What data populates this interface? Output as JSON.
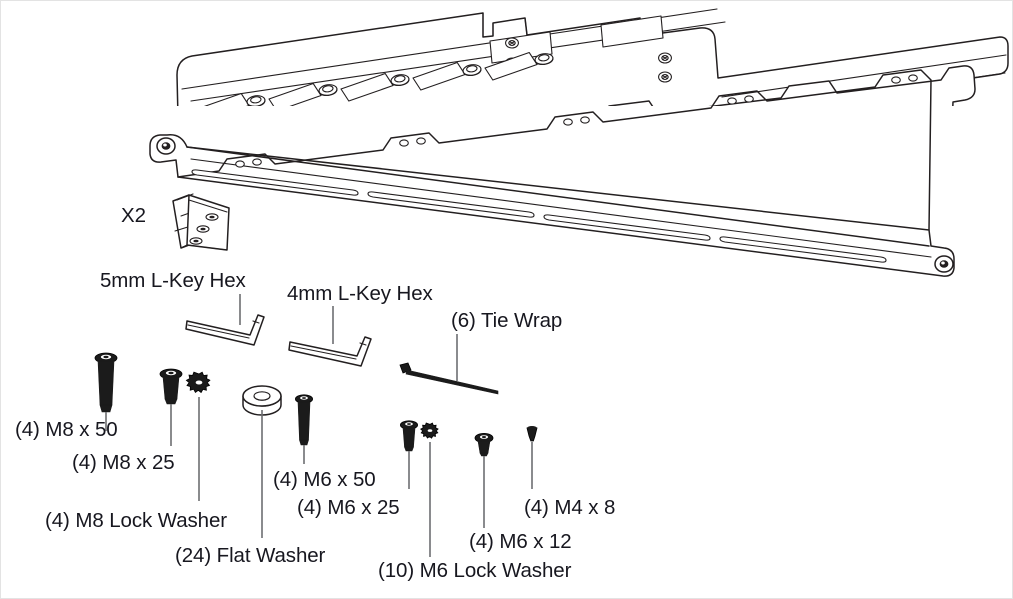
{
  "diagram": {
    "title": "Mounting Rail Hardware Parts Diagram",
    "background_color": "#ffffff",
    "line_color": "#231f20",
    "text_color": "#17171f",
    "metal_fill": "#1b1b1b",
    "leader_color": "#58595b"
  },
  "parts": {
    "bracket_multiplier": {
      "label": "X2",
      "name": "l-bracket-quantity"
    },
    "tools": [
      {
        "id": "hex5",
        "label": "5mm L-Key Hex"
      },
      {
        "id": "hex4",
        "label": "4mm L-Key Hex"
      },
      {
        "id": "tiewrap",
        "label": "(6) Tie Wrap"
      }
    ],
    "fasteners": [
      {
        "id": "m8x50",
        "label": "(4) M8 x 50",
        "qty": 4,
        "type": "socket-screw"
      },
      {
        "id": "m8x25",
        "label": "(4) M8 x 25",
        "qty": 4,
        "type": "socket-screw"
      },
      {
        "id": "m8lock",
        "label": "(4) M8 Lock Washer",
        "qty": 4,
        "type": "star-washer"
      },
      {
        "id": "flatwasher",
        "label": "(24) Flat Washer",
        "qty": 24,
        "type": "flat-washer"
      },
      {
        "id": "m6x50",
        "label": "(4) M6 x 50",
        "qty": 4,
        "type": "socket-screw"
      },
      {
        "id": "m6x25",
        "label": "(4) M6 x 25",
        "qty": 4,
        "type": "socket-screw"
      },
      {
        "id": "m6lock",
        "label": "(10) M6 Lock Washer",
        "qty": 10,
        "type": "star-washer"
      },
      {
        "id": "m6x12",
        "label": "(4) M6 x 12",
        "qty": 4,
        "type": "socket-screw"
      },
      {
        "id": "m4x8",
        "label": "(4) M4 x 8",
        "qty": 4,
        "type": "socket-screw"
      }
    ],
    "rails": [
      {
        "id": "upper-rail",
        "name": "upper-mounting-rail"
      },
      {
        "id": "lower-rail",
        "name": "lower-mounting-rail"
      }
    ]
  }
}
